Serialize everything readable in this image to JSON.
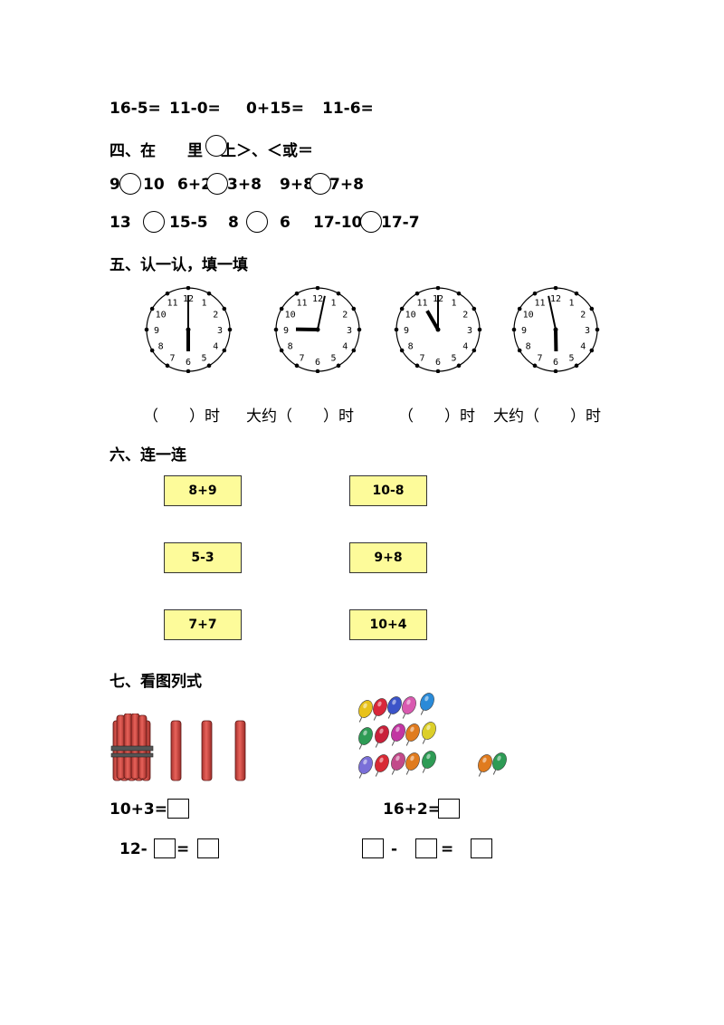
{
  "exercises_top": [
    "16-5=",
    "11-0=",
    "0+15=",
    "11-6="
  ],
  "section4": {
    "title_prefix": "四、在",
    "title_mid": "里",
    "title_suffix": "上＞、＜或＝",
    "row1": {
      "a": "9",
      "b": "10",
      "c": "6+2",
      "d": "3+8",
      "e": "9+8",
      "f": "7+8"
    },
    "row2": {
      "a": "13",
      "b": "15-5",
      "c": "8",
      "d": "6",
      "e": "17-10",
      "f": "17-7"
    }
  },
  "section5": {
    "title": "五、认一认，填一填",
    "labels": [
      "（　　）时",
      "大约（　　）时",
      "（　　）时",
      "大约（　　）时"
    ],
    "clock_numbers": [
      "12",
      "1",
      "2",
      "3",
      "4",
      "5",
      "6",
      "7",
      "8",
      "9",
      "10",
      "11"
    ],
    "clocks": [
      {
        "hour": 6,
        "minute": 0
      },
      {
        "hour": 9,
        "minute": 2
      },
      {
        "hour": 11,
        "minute": 0
      },
      {
        "hour": 5,
        "minute": 58
      }
    ]
  },
  "section6": {
    "title": "六、连一连",
    "left": [
      "8+9",
      "5-3",
      "7+7"
    ],
    "right": [
      "10-8",
      "9+8",
      "10+4"
    ],
    "box_color": "#fdfb9a"
  },
  "section7": {
    "title": "七、看图列式",
    "left_eq1": "10+3=",
    "left_eq2_a": "12-",
    "left_eq2_b": "=",
    "right_eq1": "16+2=",
    "right_eq2_op": "-",
    "right_eq2_eq": "=",
    "images": [
      "stick-bundle-icon",
      "balloon-group-icon"
    ]
  }
}
